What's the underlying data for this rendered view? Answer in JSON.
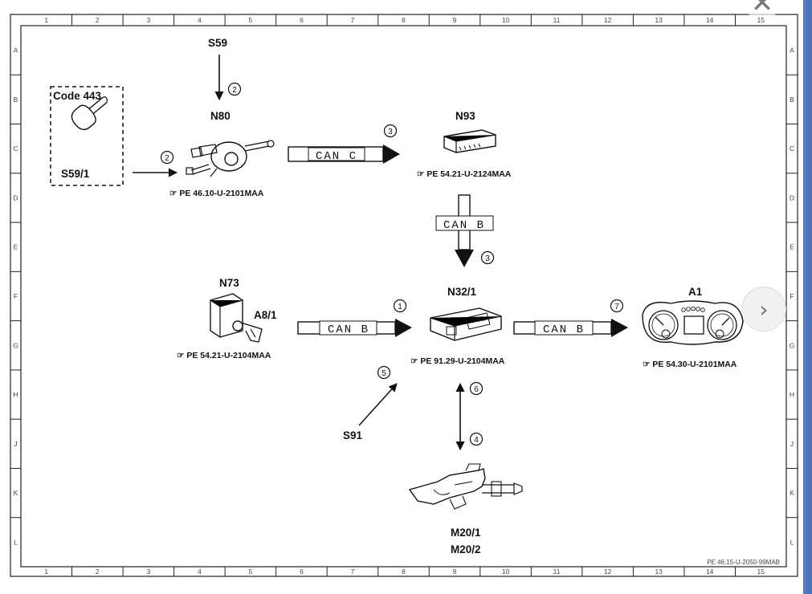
{
  "frame": {
    "col_labels": [
      "1",
      "2",
      "3",
      "4",
      "5",
      "6",
      "7",
      "8",
      "9",
      "10",
      "11",
      "12",
      "13",
      "14",
      "15"
    ],
    "row_labels": [
      "A",
      "B",
      "C",
      "D",
      "E",
      "F",
      "G",
      "H",
      "J",
      "K",
      "L"
    ],
    "doc_id": "PE 46.15-U-2050-99MAB"
  },
  "components": {
    "code_box": {
      "title": "Code 443",
      "part": "S59/1"
    },
    "s59": "S59",
    "n80": {
      "label": "N80",
      "ref": "PE 46.10-U-2101MAA"
    },
    "n93": {
      "label": "N93",
      "ref": "PE 54.21-U-2124MAA"
    },
    "n73": {
      "label": "N73",
      "sub": "A8/1",
      "ref": "PE 54.21-U-2104MAA"
    },
    "n32": {
      "label": "N32/1",
      "ref": "PE 91.29-U-2104MAA"
    },
    "a1": {
      "label": "A1",
      "ref": "PE 54.30-U-2101MAA"
    },
    "s91": "S91",
    "m20": {
      "label1": "M20/1",
      "label2": "M20/2"
    }
  },
  "buses": {
    "can_c": "CAN C",
    "can_b_vertical": "CAN B",
    "can_b_left": "CAN B",
    "can_b_right": "CAN B"
  },
  "signal_numbers": {
    "s59_arrow": "2",
    "s591_arrow": "2",
    "can_c_arrow": "3",
    "can_b_vertical": "3",
    "can_b_left": "1",
    "can_b_right": "7",
    "s91_arrow": "5",
    "m20_up": "6",
    "m20_down": "4"
  },
  "ref_icon": "book-reference-icon",
  "viewer": {
    "close_glyph": "✕",
    "next_glyph": "›"
  }
}
